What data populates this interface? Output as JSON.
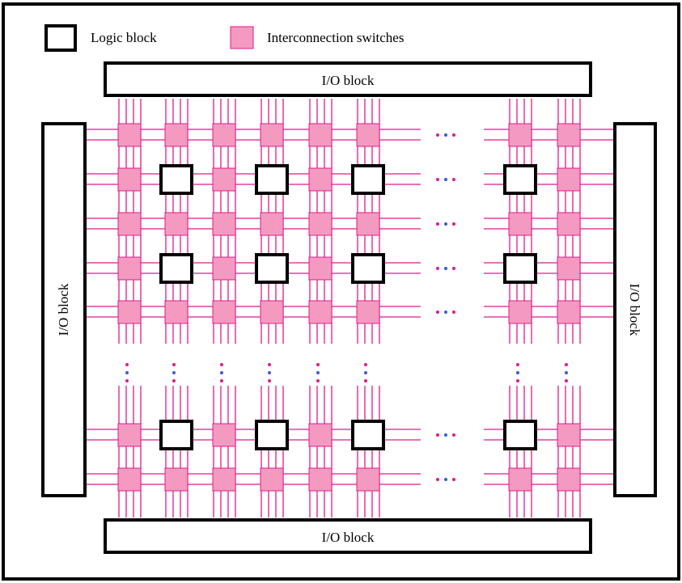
{
  "legend": {
    "logic_block_label": "Logic block",
    "switch_label": "Interconnection switches"
  },
  "io_blocks": {
    "top_label": "I/O block",
    "bottom_label": "I/O block",
    "left_label": "I/O block",
    "right_label": "I/O block"
  },
  "colors": {
    "switch_fill": "#f49ac1",
    "wire": "#e2198c",
    "block_border": "#000000",
    "frame": "#000000",
    "ellipsis_dot_blue": "#3b5bdb",
    "ellipsis_dot_pink": "#e2198c"
  },
  "structure": {
    "switch_columns_before_gap": 6,
    "switch_columns_after_gap": 2,
    "switch_rows_before_gap": 5,
    "switch_rows_after_gap": 2,
    "logic_block_rows_before_gap": 2,
    "logic_block_rows_after_gap": 1,
    "logic_blocks_per_row": 4,
    "ellipsis": "..."
  }
}
